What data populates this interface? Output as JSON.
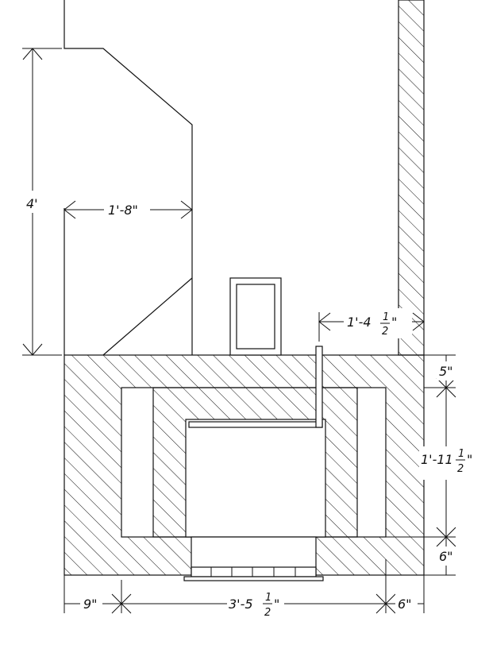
{
  "dimensions": {
    "hood_height": "4'",
    "hood_width": "1'-8\"",
    "offset_right_whole": "1'-4",
    "offset_right_num": "1",
    "offset_right_den": "2",
    "offset_right_tail": "\"",
    "top_hearth": "5\"",
    "opening_height_whole": "1'-11",
    "opening_height_num": "1",
    "opening_height_den": "2",
    "opening_height_tail": "\"",
    "bottom_hearth": "6\"",
    "left_margin": "9\"",
    "opening_width_whole": "3'-5",
    "opening_width_num": "1",
    "opening_width_den": "2",
    "opening_width_tail": "\"",
    "right_margin": "6\""
  },
  "colors": {
    "line": "#111111",
    "background": "#ffffff"
  }
}
